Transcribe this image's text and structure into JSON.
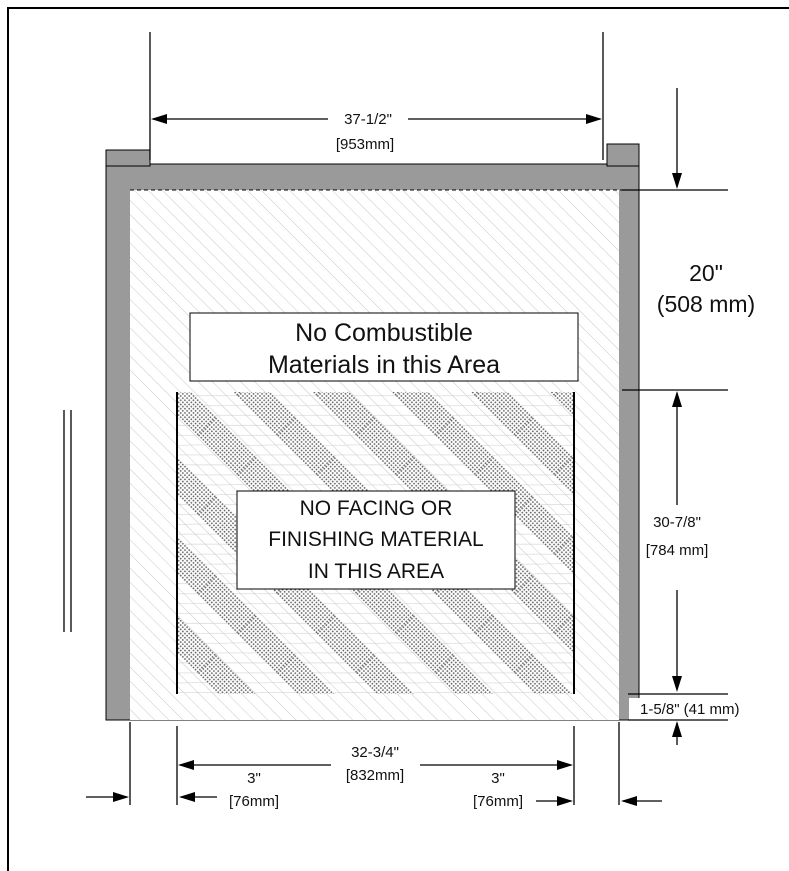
{
  "dimensions": {
    "overall_width": "37-1/2\"",
    "overall_width_mm": "[953mm]",
    "top_clearance": "20\"",
    "top_clearance_mm": "(508 mm)",
    "opening_height": "30-7/8\"",
    "opening_height_mm": "[784 mm]",
    "bottom_offset": "1-5/8\" (41 mm)",
    "opening_width": "32-3/4\"",
    "opening_width_mm": "[832mm]",
    "left_side": "3\"",
    "left_side_mm": "[76mm]",
    "right_side": "3\"",
    "right_side_mm": "[76mm]"
  },
  "labels": {
    "combustible_line1": "No Combustible",
    "combustible_line2": "Materials in this Area",
    "facing_line1": "NO FACING OR",
    "facing_line2": "FINISHING MATERIAL",
    "facing_line3": "IN THIS AREA"
  },
  "colors": {
    "frame_gray": "#9a9a9a",
    "hatch_gray": "#c8c8c8",
    "stripe_gray": "#7a7a7a"
  }
}
